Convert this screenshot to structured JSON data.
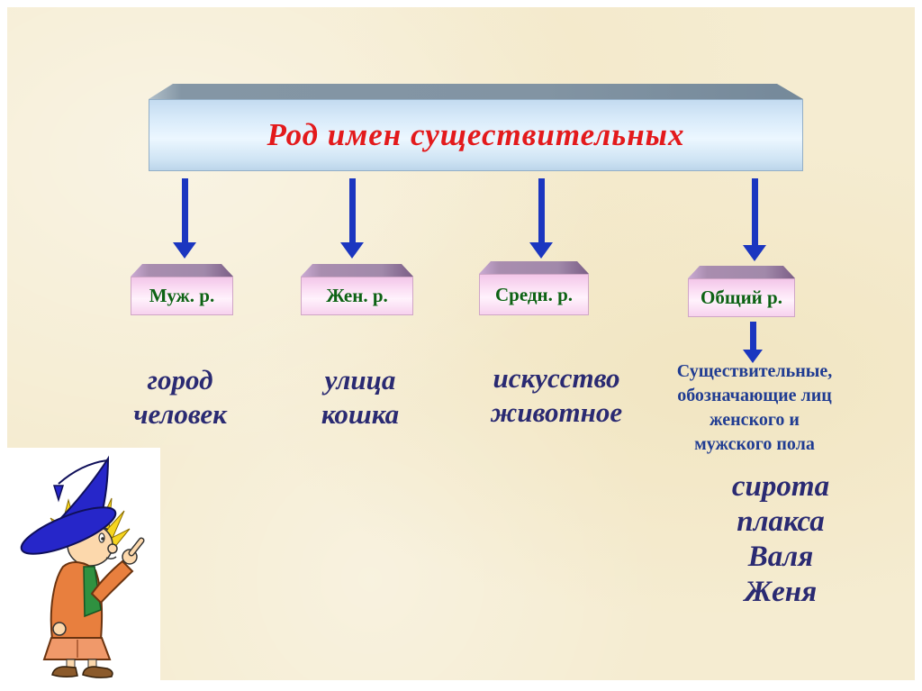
{
  "slide": {
    "title": "Род имен существительных",
    "categories": [
      {
        "label": "Муж. р.",
        "examples": [
          "город",
          "человек"
        ]
      },
      {
        "label": "Жен. р.",
        "examples": [
          "улица",
          "кошка"
        ]
      },
      {
        "label": "Средн. р.",
        "examples": [
          "искусство",
          "животное"
        ]
      },
      {
        "label": "Общий р.",
        "note_lines": [
          "Существительные,",
          "обозначающие лиц",
          "женского и",
          "мужского пола"
        ],
        "examples": [
          "сирота",
          "плакса",
          "Валя",
          "Женя"
        ]
      }
    ],
    "icons": {
      "arrows": "down-arrow-icon",
      "illustration": "pointing-boy-in-wizard-hat"
    },
    "colors": {
      "background": "#f5ecd1",
      "frame": "#ffffff",
      "title_text": "#e31a1c",
      "title_box_face": "#d9ebfa",
      "title_box_top": "#8496a5",
      "category_box_face": "#fbdff4",
      "category_box_top": "#a189aa",
      "category_label": "#0d6214",
      "arrow": "#1b36c0",
      "example_text": "#2a2a72",
      "note_text": "#203c92"
    }
  }
}
